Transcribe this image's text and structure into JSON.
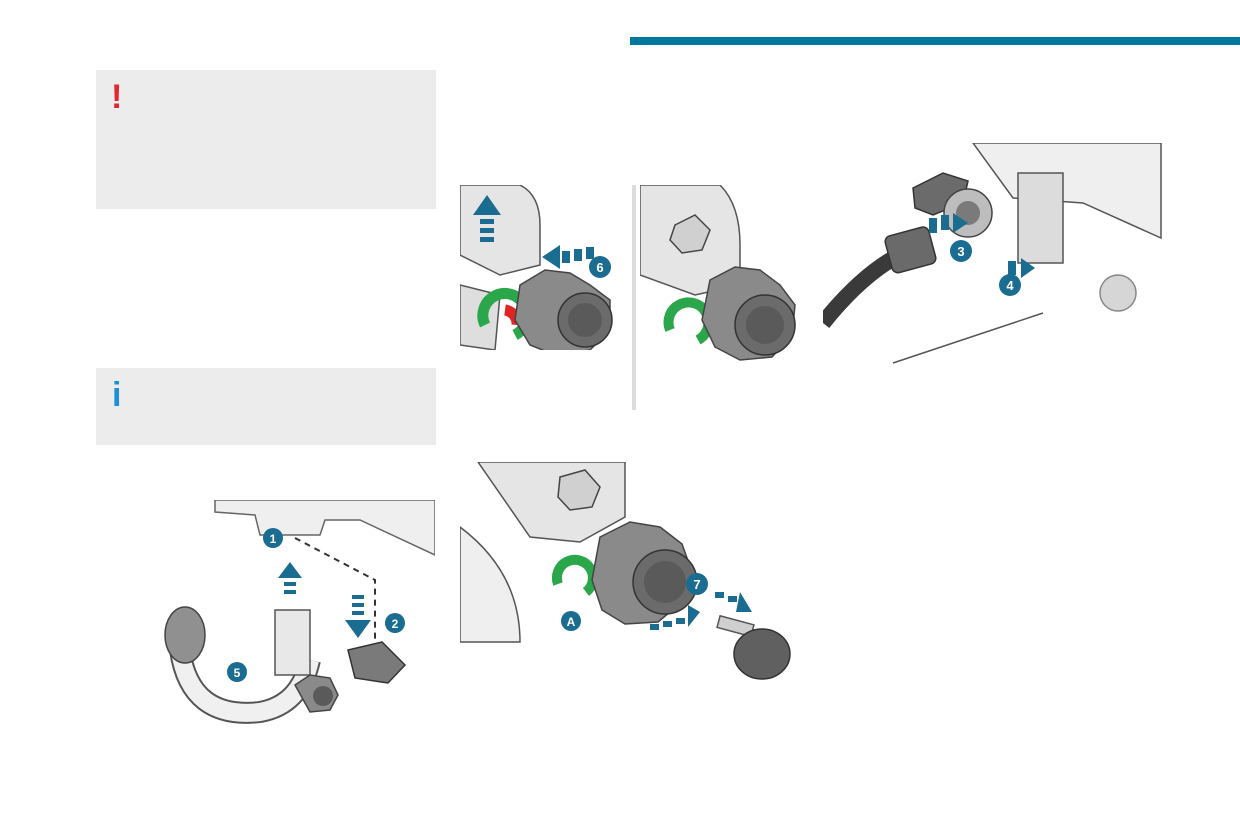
{
  "header": {
    "accent_color": "#00789b"
  },
  "warning_note": {
    "glyph": "!",
    "glyph_color": "#e3262f",
    "icon": "warning-exclamation-icon"
  },
  "info_note": {
    "glyph": "i",
    "glyph_color": "#1f8fd6",
    "icon": "info-icon"
  },
  "colors": {
    "step_marker": "#1a6d91",
    "lock_ok": "#2ca64a",
    "lock_fault": "#e02424"
  },
  "figures": {
    "fig_lock_release": {
      "markers": [
        "6"
      ]
    },
    "fig_lock_ok": {
      "markers": []
    },
    "fig_socket": {
      "markers": [
        "3",
        "4"
      ]
    },
    "fig_ball_fit": {
      "markers": [
        "1",
        "2",
        "5"
      ]
    },
    "fig_cap": {
      "markers": [
        "A",
        "7"
      ]
    }
  }
}
